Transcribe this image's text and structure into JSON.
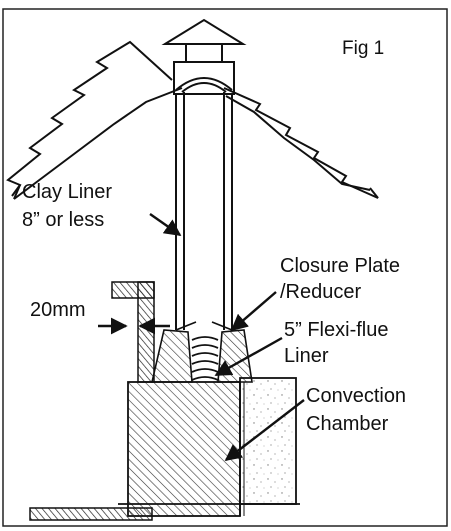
{
  "figure": {
    "label": "Fig 1"
  },
  "labels": {
    "clay_liner_line1": "Clay Liner",
    "clay_liner_line2": "8” or less",
    "gap": "20mm",
    "closure_line1": "Closure Plate",
    "closure_line2": "/Reducer",
    "flexi_line1": "5” Flexi-flue",
    "flexi_line2": "Liner",
    "convection_line1": "Convection",
    "convection_line2": "Chamber"
  },
  "colors": {
    "ink": "#111111",
    "frame": "#222222",
    "background": "#ffffff"
  }
}
